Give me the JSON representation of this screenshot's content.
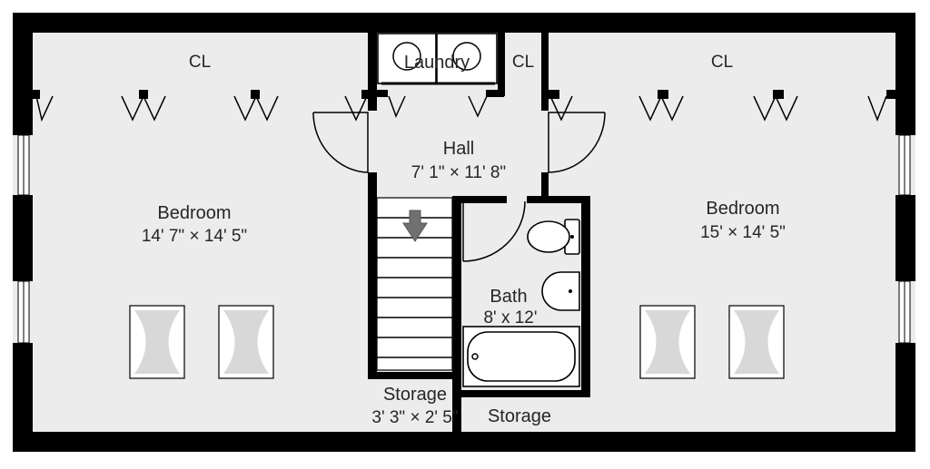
{
  "floor_plan": {
    "rooms": {
      "bedroom_left": {
        "name": "Bedroom",
        "dimensions": "14' 7\" × 14' 5\""
      },
      "bedroom_right": {
        "name": "Bedroom",
        "dimensions": "15' × 14' 5\""
      },
      "hall": {
        "name": "Hall",
        "dimensions": "7' 1\" × 11' 8\""
      },
      "bath": {
        "name": "Bath",
        "dimensions": "8' x 12'"
      },
      "laundry": {
        "name": "Laundry"
      },
      "storage_left": {
        "name": "Storage",
        "dimensions": "3' 3\" × 2' 5\""
      },
      "storage_right": {
        "name": "Storage"
      }
    },
    "closets": {
      "left": "CL",
      "center": "CL",
      "right": "CL"
    },
    "colors": {
      "wall": "#000000",
      "floor": "#ececec",
      "text": "#262626",
      "background": "#ffffff"
    }
  }
}
